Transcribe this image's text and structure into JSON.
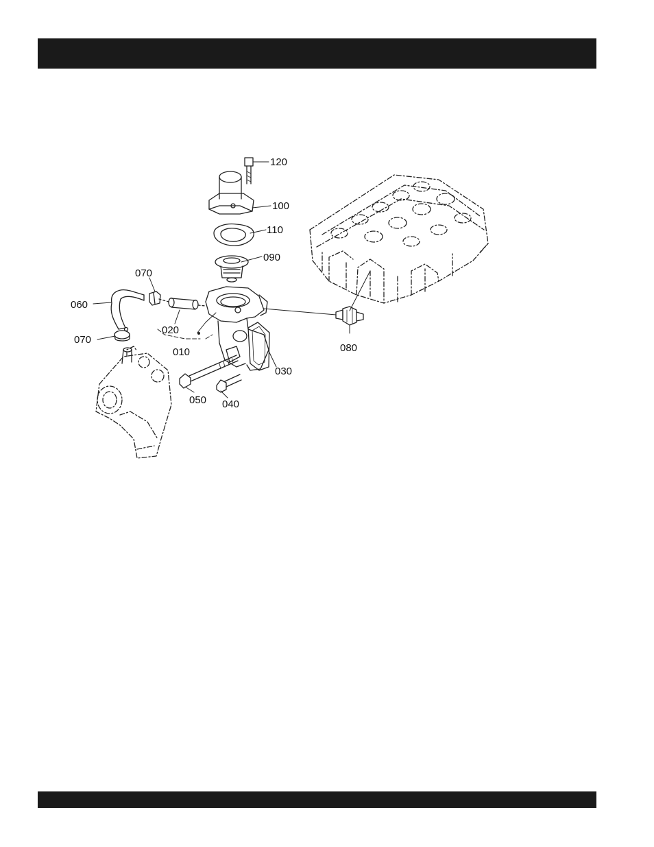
{
  "header_bar": {
    "text": ""
  },
  "footer_bar": {
    "text": ""
  },
  "callouts": [
    {
      "id": "120",
      "label": "120"
    },
    {
      "id": "100",
      "label": "100"
    },
    {
      "id": "110",
      "label": "110"
    },
    {
      "id": "090",
      "label": "090"
    },
    {
      "id": "070a",
      "label": "070"
    },
    {
      "id": "060",
      "label": "060"
    },
    {
      "id": "020",
      "label": "020"
    },
    {
      "id": "070b",
      "label": "070"
    },
    {
      "id": "010",
      "label": "010"
    },
    {
      "id": "080",
      "label": "080"
    },
    {
      "id": "030",
      "label": "030"
    },
    {
      "id": "050",
      "label": "050"
    },
    {
      "id": "040",
      "label": "040"
    }
  ]
}
